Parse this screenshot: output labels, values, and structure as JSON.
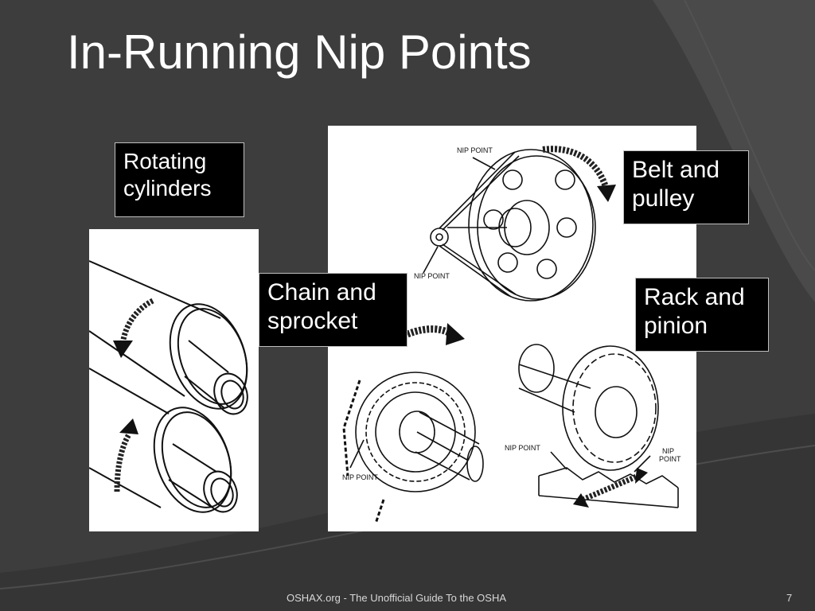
{
  "slide": {
    "title": "In-Running Nip Points",
    "page_number": "7"
  },
  "labels": {
    "rotating_cylinders": [
      "Rotating",
      "cylinders"
    ],
    "belt_and_pulley": [
      "Belt and",
      "pulley"
    ],
    "chain_and_sprocket": [
      "Chain and",
      "sprocket"
    ],
    "rack_and_pinion": [
      "Rack and",
      "pinion"
    ]
  },
  "diagram_text": {
    "nip_point": "NIP POINT",
    "nip_point_stacked": [
      "NIP",
      "POINT"
    ]
  },
  "footer": {
    "source": "OSHAX.org - The Unofficial Guide To the OSHA"
  },
  "colors": {
    "background": "#3d3d3d",
    "label_box": "#000000",
    "text": "#ffffff"
  }
}
